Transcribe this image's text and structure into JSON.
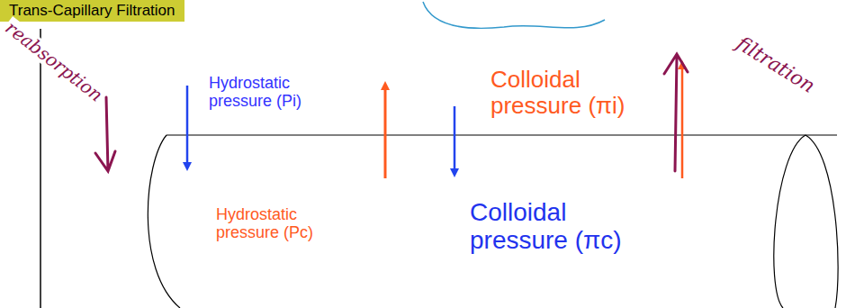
{
  "diagram": {
    "title": "Trans-Capillary Filtration",
    "labels": [
      "Hydrostatic pressure (Pi)",
      "Hydrostatic pressure (Pc)",
      "Colloidal pressure (πc)",
      "Colloidal pressure (πi)",
      "reabsorption",
      "filtration"
    ]
  }
}
